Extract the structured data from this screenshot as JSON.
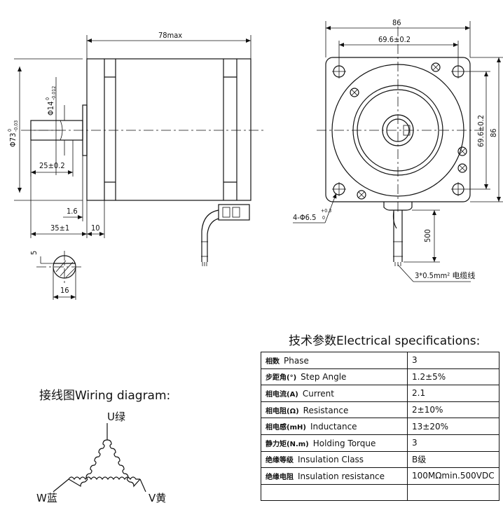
{
  "side_view": {
    "length_label": "78max",
    "flange_dia_label": "Φ73",
    "flange_dia_tol_upper": "0",
    "flange_dia_tol_lower": "-0.03",
    "shaft_dia_label": "Φ14",
    "shaft_dia_tol_upper": "0",
    "shaft_dia_tol_lower": "-0.012",
    "flat_len_label": "25±0.2",
    "boss_label": "1.6",
    "shaft_len_label": "35±1",
    "flange_thk_label": "10"
  },
  "shaft_section": {
    "flat_label": "5",
    "width_label": "16"
  },
  "front_view": {
    "width_label": "86",
    "hole_spacing_label": "69.6±0.2",
    "height_label": "86",
    "vert_spacing_label": "69.6±0.2",
    "holes_label": "4-Φ6.5",
    "holes_tol_upper": "+0.3",
    "holes_tol_lower": "0",
    "lead_len_label": "500",
    "cable_label": "3*0.5mm² 电缆线"
  },
  "wiring": {
    "title": "接线图Wiring diagram:",
    "u_label": "U绿",
    "v_label": "V黄",
    "w_label": "W蓝"
  },
  "specs": {
    "title": "技术参数Electrical specifications:",
    "rows": [
      {
        "zh": "相数",
        "en": "Phase",
        "value": "3"
      },
      {
        "zh": "步距角(°)",
        "en": "Step Angle",
        "value": "1.2±5%"
      },
      {
        "zh": "相电流(A)",
        "en": "Current",
        "value": "2.1"
      },
      {
        "zh": "相电阻(Ω)",
        "en": "Resistance",
        "value": "2±10%"
      },
      {
        "zh": "相电感(mH)",
        "en": "Inductance",
        "value": "13±20%"
      },
      {
        "zh": "静力矩(N.m)",
        "en": "Holding Torque",
        "value": "3"
      },
      {
        "zh": "绝缘等级",
        "en": "Insulation Class",
        "value": "B级"
      },
      {
        "zh": "绝缘电阻",
        "en": "Insulation resistance",
        "value": "100MΩmin.500VDC"
      },
      {
        "zh": "",
        "en": "",
        "value": ""
      }
    ]
  }
}
